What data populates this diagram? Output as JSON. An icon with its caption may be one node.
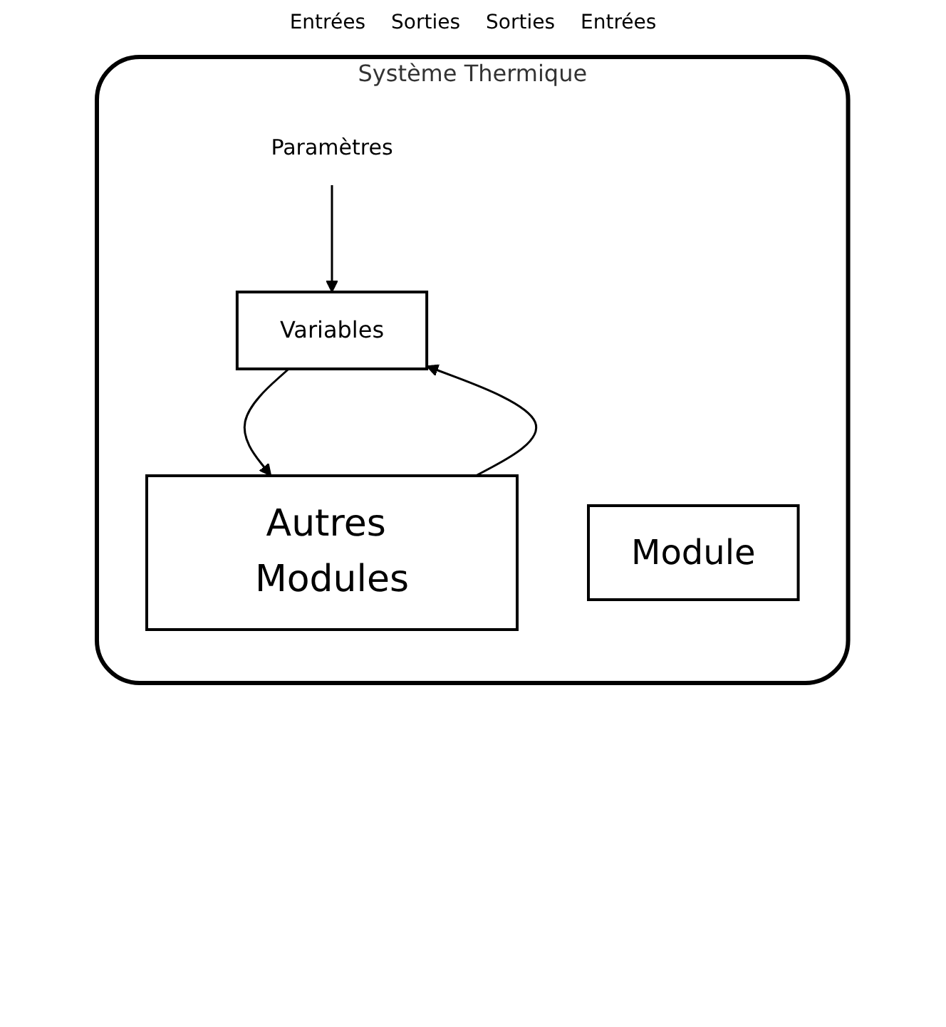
{
  "diagram": {
    "nodes": [
      {
        "text": [
          "Système Thermique"
        ]
      },
      {
        "text": [
          "Paramètres"
        ],
        "in": 0
      },
      {
        "text": [
          "Variables"
        ],
        "in": 0
      },
      {
        "text": [
          "Module"
        ],
        "in": 0
      },
      {
        "text": [
          "Autres Modules"
        ],
        "in": 0
      }
    ],
    "edges": [
      {
        "from": 1,
        "to": 2,
        "arrow": "to"
      },
      {
        "from": 2,
        "to": 4,
        "arrow": "to"
      },
      {
        "from": 4,
        "to": 2,
        "arrow": "to"
      }
    ],
    "labels": [
      "Entrées",
      "Sorties",
      "Sorties",
      "Entrées"
    ]
  }
}
